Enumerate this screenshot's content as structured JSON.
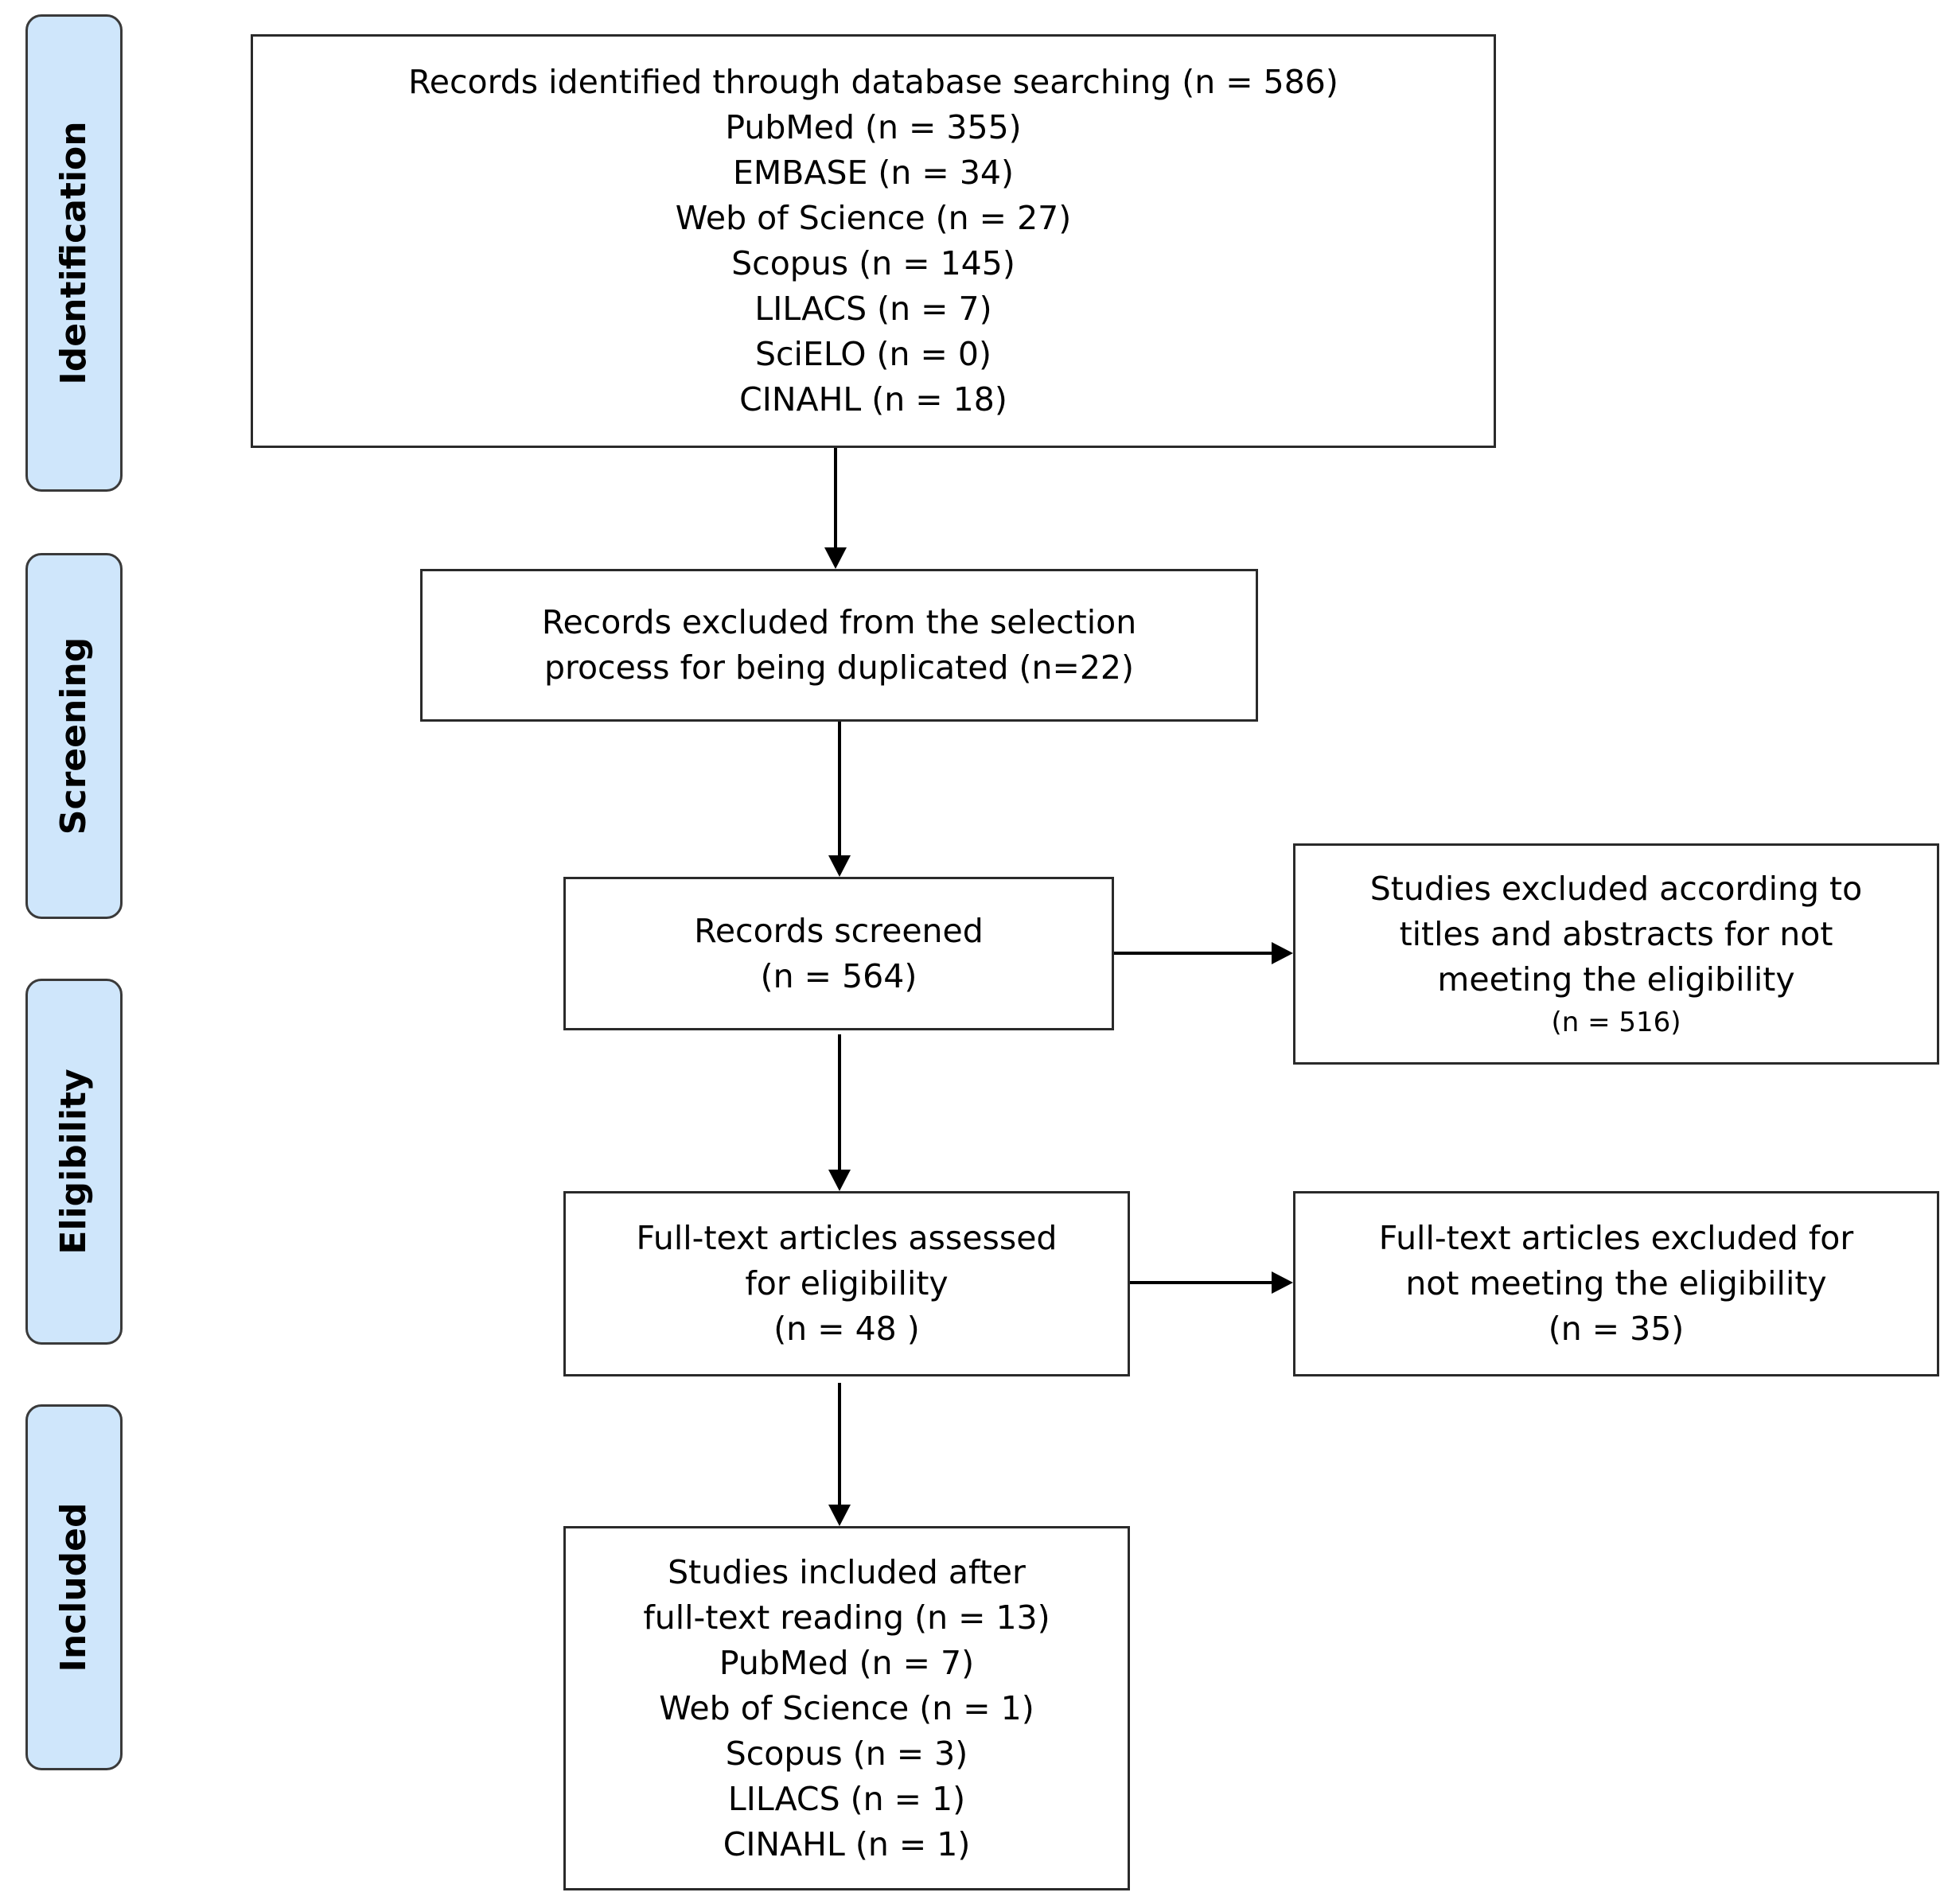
{
  "phases": {
    "identification": "Identification",
    "screening": "Screening",
    "eligibility": "Eligibility",
    "included": "Included"
  },
  "boxes": {
    "records_identified": [
      "Records identified through database searching (n = 586)",
      "PubMed (n = 355)",
      "EMBASE (n = 34)",
      "Web of Science (n = 27)",
      "Scopus (n = 145)",
      "LILACS (n = 7)",
      "SciELO (n = 0)",
      "CINAHL (n = 18)"
    ],
    "duplicates_excluded": [
      "Records excluded from the selection",
      "process for being duplicated (n=22)"
    ],
    "records_screened": [
      "Records screened",
      "(n = 564)"
    ],
    "studies_excluded_titles": [
      "Studies excluded according to",
      "titles and abstracts for not",
      "meeting the eligibility",
      "(n = 516)"
    ],
    "fulltext_assessed": [
      "Full-text articles assessed",
      "for eligibility",
      "(n = 48 )"
    ],
    "fulltext_excluded": [
      "Full-text articles excluded for",
      "not meeting the eligibility",
      "(n = 35)"
    ],
    "studies_included": [
      "Studies included  after",
      "full-text reading (n = 13)",
      "PubMed (n = 7)",
      "Web of Science (n = 1)",
      "Scopus (n = 3)",
      "LILACS (n = 1)",
      "CINAHL (n = 1)"
    ]
  },
  "colors": {
    "phase_fill": "#cfe6fb",
    "border": "#2a2a2a",
    "arrow": "#000000"
  }
}
